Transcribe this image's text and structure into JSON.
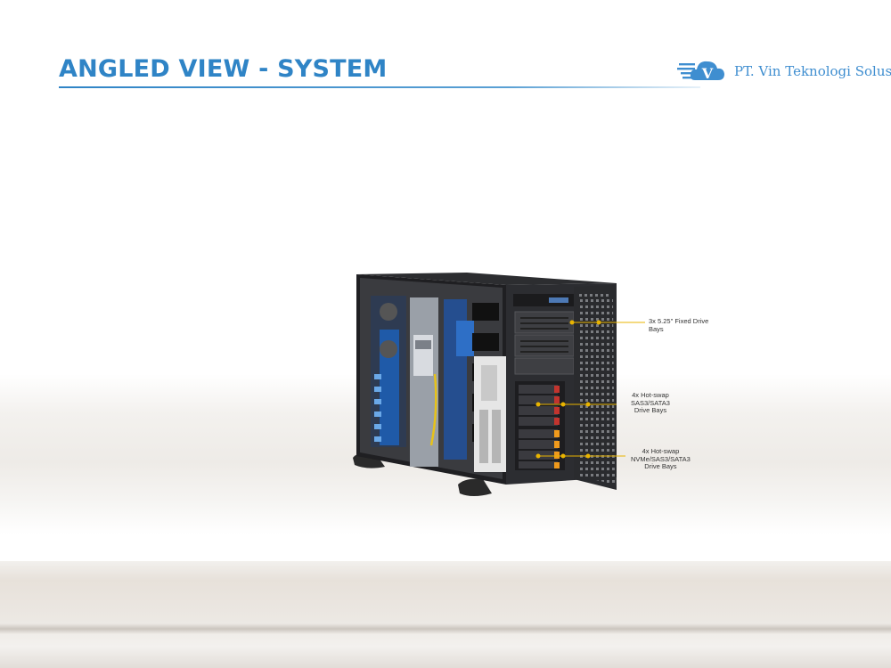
{
  "slide": {
    "title": "ANGLED VIEW - SYSTEM",
    "accent_color": "#2f84c6"
  },
  "brand": {
    "name": "PT. Vin Teknologi Solusi",
    "logo_letter": "V",
    "logo_icon": "cloud-v-logo"
  },
  "product_image": {
    "subject": "tower server chassis angled view",
    "callouts": [
      {
        "text": "3x 5.25\" Fixed Drive\nBays"
      },
      {
        "text": "4x Hot-swap\nSAS3/SATA3\nDrive Bays"
      },
      {
        "text": "4x Hot-swap\nNVMe/SAS3/SATA3\nDrive Bays"
      }
    ]
  }
}
